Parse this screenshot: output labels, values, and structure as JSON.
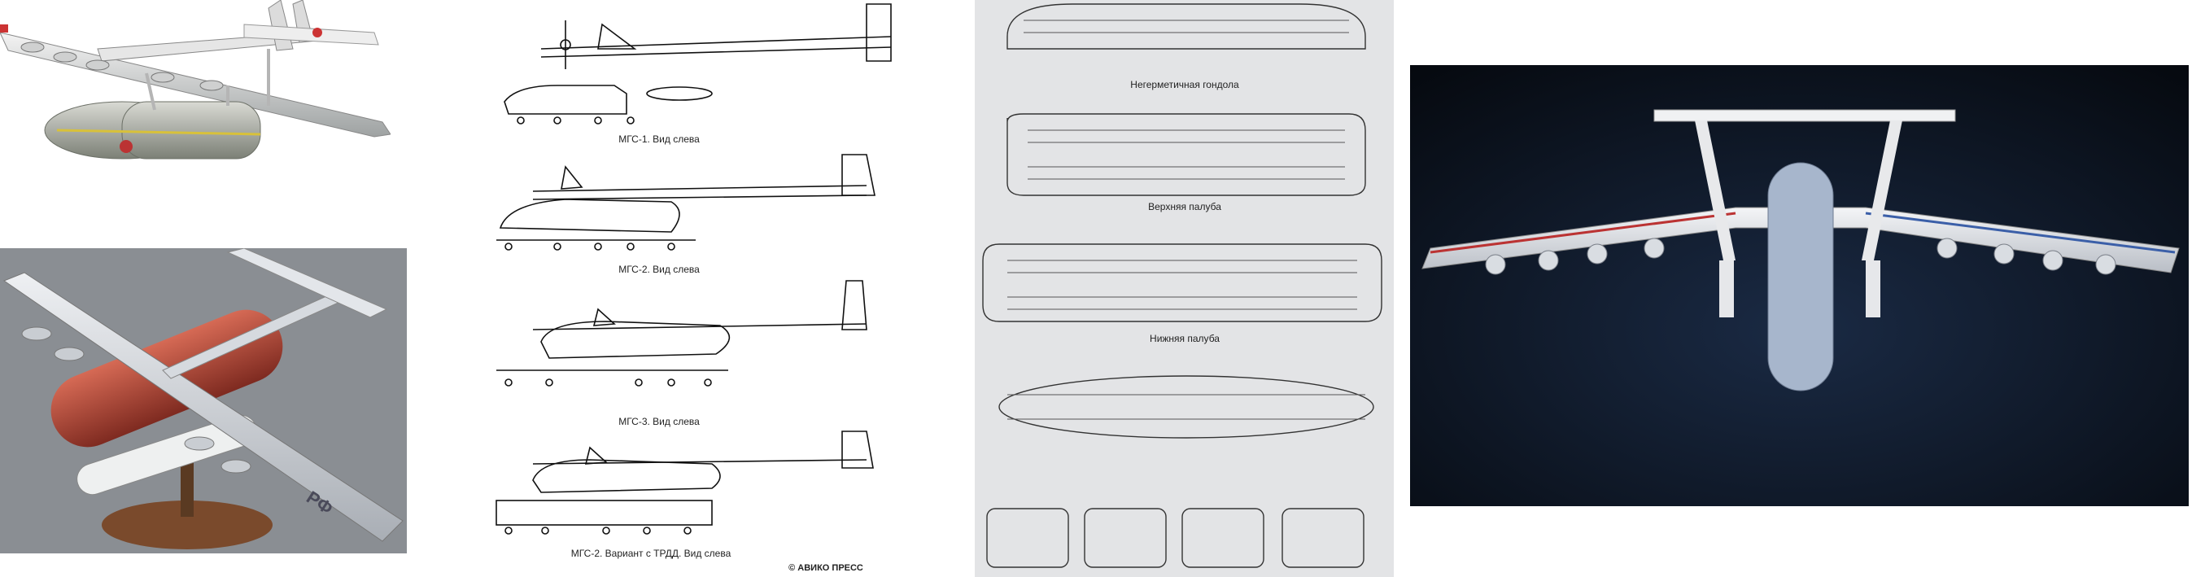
{
  "mgs_sheet": {
    "captions": [
      "МГС-1. Вид слева",
      "МГС-2. Вид слева",
      "МГС-3. Вид слева",
      "МГС-2. Вариант с ТРДД. Вид слева"
    ],
    "publisher": "© АВИКО ПРЕСС"
  },
  "deck_plan": {
    "captions": [
      "Негерметичная гондола",
      "Верхняя палуба",
      "Нижняя палуба"
    ]
  },
  "model_markings": {
    "tail_code": "РФ"
  }
}
